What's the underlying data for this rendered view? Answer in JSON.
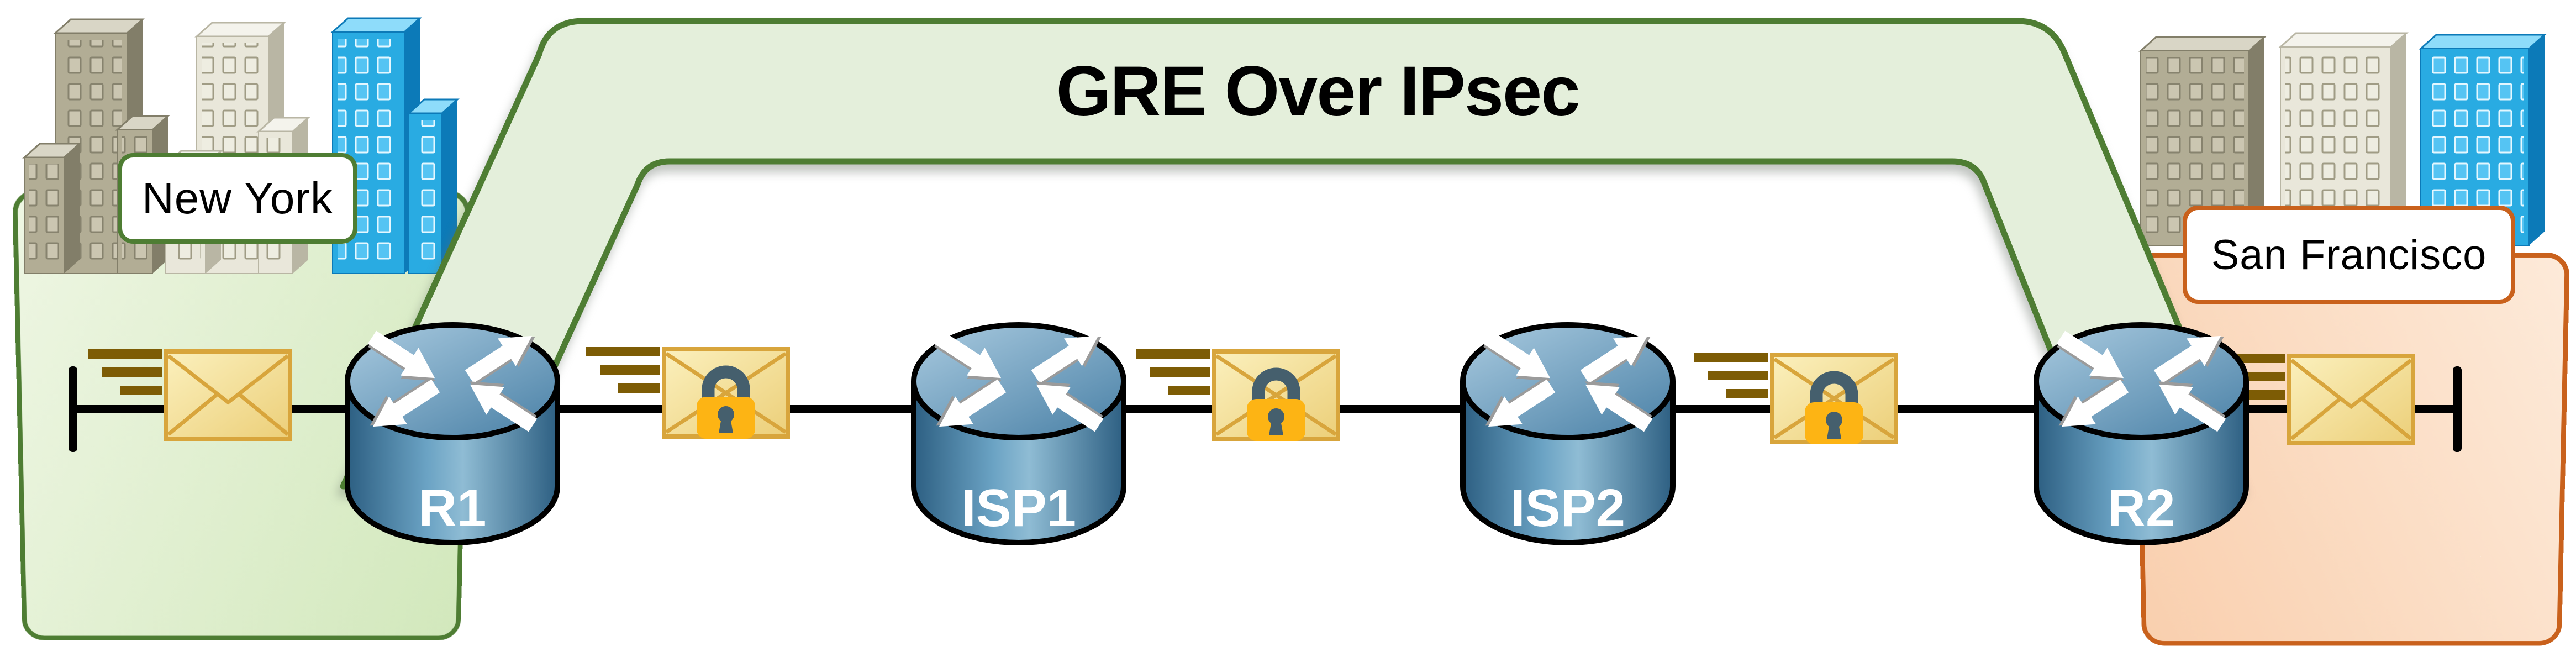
{
  "title": {
    "text": "GRE Over IPsec"
  },
  "sites": {
    "left": {
      "name": "New York"
    },
    "right": {
      "name": "San Francisco"
    }
  },
  "routers": [
    {
      "id": "R1",
      "label": "R1"
    },
    {
      "id": "ISP1",
      "label": "ISP1"
    },
    {
      "id": "ISP2",
      "label": "ISP2"
    },
    {
      "id": "R2",
      "label": "R2"
    }
  ],
  "envelopes": [
    {
      "kind": "plain"
    },
    {
      "kind": "locked"
    },
    {
      "kind": "locked"
    },
    {
      "kind": "locked"
    },
    {
      "kind": "plain"
    }
  ],
  "icons": {
    "router": "router-icon",
    "envelope": "mail-envelope-icon",
    "lock": "padlock-icon",
    "buildings": "city-buildings-icon"
  },
  "colors": {
    "tunnel-fill": "#e4efdb",
    "tunnel-border": "#4e7d33",
    "ny-fill-a": "#eef6e3",
    "ny-fill-b": "#d2e8bc",
    "ny-border": "#4e7d33",
    "sf-fill-a": "#fdead9",
    "sf-fill-b": "#f9cfae",
    "sf-border": "#c9611c",
    "envelope-fill-a": "#fbf0bd",
    "envelope-fill-b": "#eccf79",
    "envelope-border": "#d8a53c",
    "lock-body": "#fdb414",
    "lock-shackle": "#455f6d",
    "router-dark": "#2d5f82",
    "router-mid": "#6ba3c4",
    "router-light": "#8fbcd4",
    "router-top-a": "#aacbe0",
    "router-top-b": "#4d83a8",
    "speed-line": "#7d5c05",
    "link": "#000000",
    "title-color": "#000000",
    "label-color": "#000000"
  }
}
